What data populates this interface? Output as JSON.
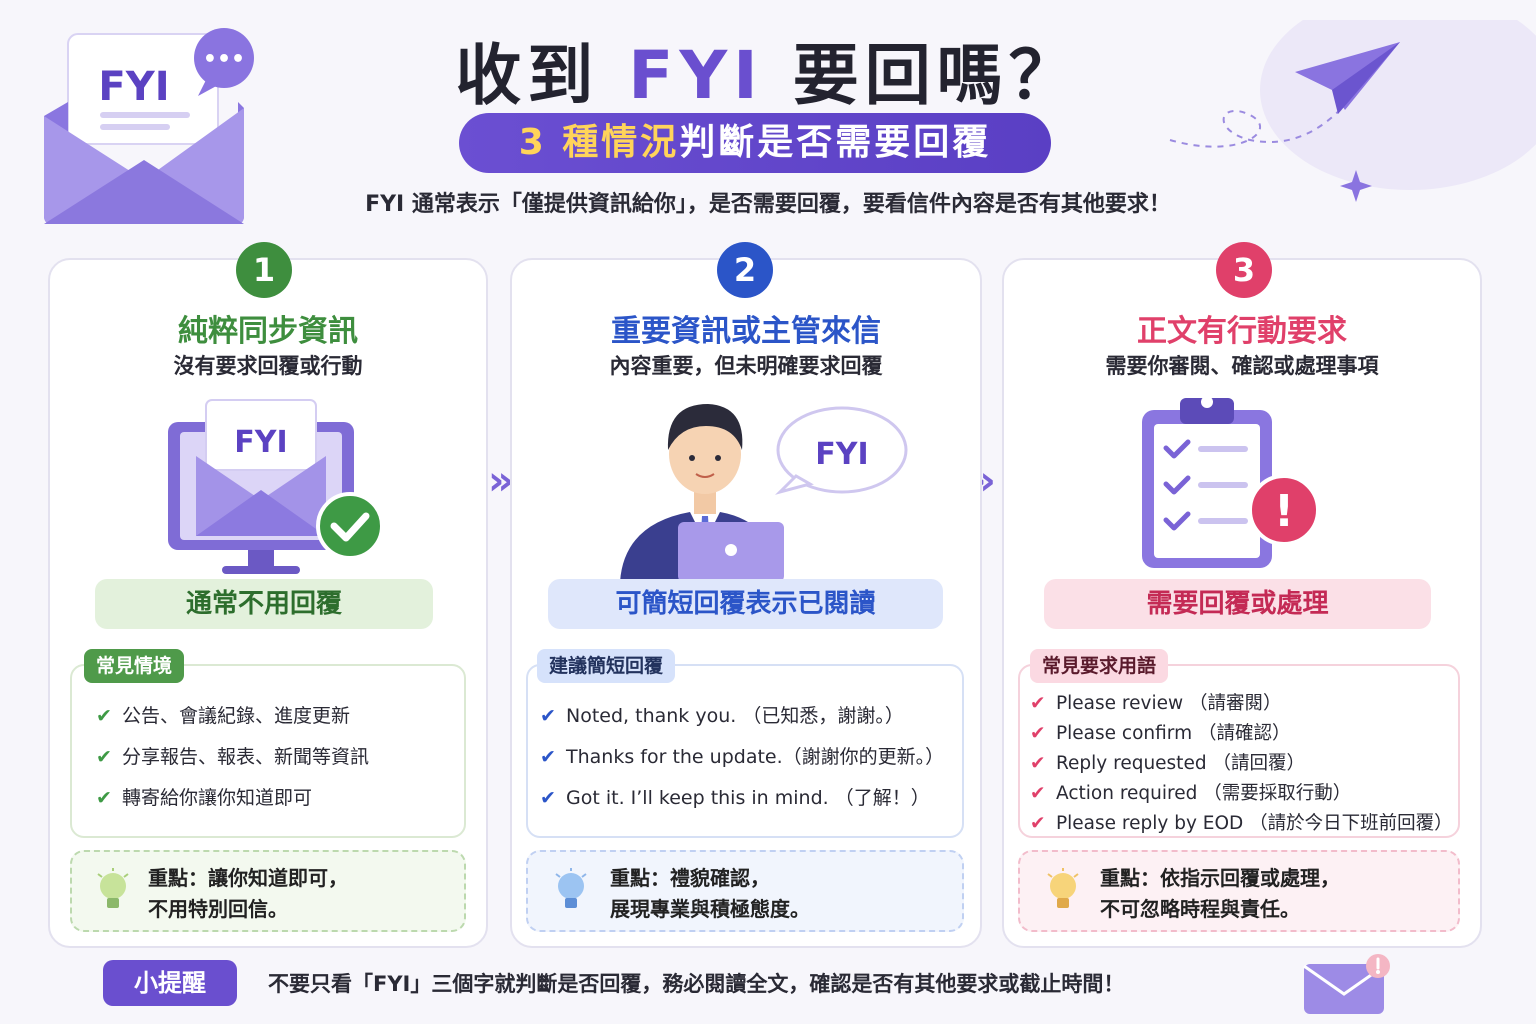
{
  "header": {
    "title_pre": "收到 ",
    "title_fyi": "FYI",
    "title_post": " 要回嗎？",
    "subtitle_hl": "3 種情況",
    "subtitle_rest": "判斷是否需要回覆",
    "intro": "FYI 通常表示「僅提供資訊給你」，是否需要回覆，要看信件內容是否有其他要求！"
  },
  "decor": {
    "envelope_text": "FYI",
    "bubble_dots": "•••"
  },
  "cards": [
    {
      "number": "1",
      "title": "純粹同步資訊",
      "subtitle": "沒有要求回覆或行動",
      "illustration_text": "FYI",
      "verdict": "通常不用回覆",
      "list_tag": "常見情境",
      "items": [
        "公告、會議紀錄、進度更新",
        "分享報告、報表、新聞等資訊",
        "轉寄給你讓你知道即可"
      ],
      "key_line1": "重點：讓你知道即可，",
      "key_line2": "不用特別回信。"
    },
    {
      "number": "2",
      "title": "重要資訊或主管來信",
      "subtitle": "內容重要，但未明確要求回覆",
      "illustration_text": "FYI",
      "verdict": "可簡短回覆表示已閱讀",
      "list_tag": "建議簡短回覆",
      "items": [
        "Noted, thank you. （已知悉，謝謝。）",
        "Thanks for the update.（謝謝你的更新。）",
        "Got it. I’ll keep this in mind. （了解！）"
      ],
      "key_line1": "重點：禮貌確認，",
      "key_line2": "展現專業與積極態度。"
    },
    {
      "number": "3",
      "title": "正文有行動要求",
      "subtitle": "需要你審閱、確認或處理事項",
      "illustration_text": "!",
      "verdict": "需要回覆或處理",
      "list_tag": "常見要求用語",
      "items": [
        "Please review （請審閱）",
        "Please confirm （請確認）",
        "Reply requested （請回覆）",
        "Action required （需要採取行動）",
        "Please reply by EOD （請於今日下班前回覆）"
      ],
      "key_line1": "重點：依指示回覆或處理，",
      "key_line2": "不可忽略時程與責任。"
    }
  ],
  "footer": {
    "tag": "小提醒",
    "text": "不要只看「FYI」三個字就判斷是否回覆，務必閱讀全文，確認是否有其他要求或截止時間！"
  },
  "icons": {
    "check": "✔",
    "arrows": "»",
    "bulb": "bulb-icon"
  },
  "colors": {
    "accent": "#6a4fcf",
    "green": "#3e8e3e",
    "blue": "#2b55c8",
    "pink": "#e0406a"
  }
}
